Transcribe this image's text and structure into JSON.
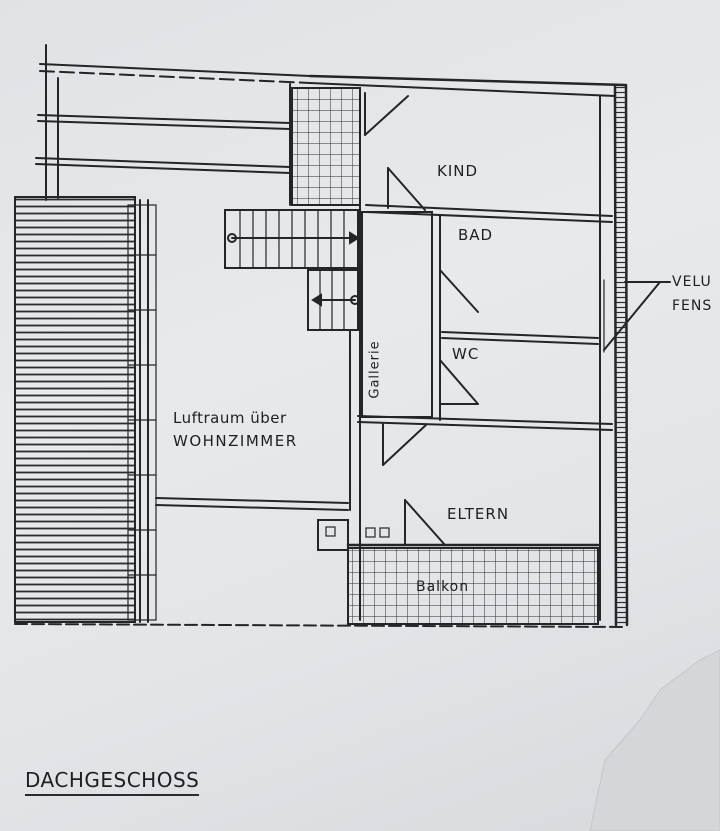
{
  "title": "DACHGESCHOSS",
  "rooms": {
    "kind": "KIND",
    "bad": "BAD",
    "wc": "WC",
    "eltern": "ELTERN",
    "balkon": "Balkon",
    "gallerie": "Gallerie",
    "luftraum_line1": "Luftraum über",
    "luftraum_line2": "WOHNZIMMER"
  },
  "annotation": {
    "line1": "VELU",
    "line2": "FENS"
  }
}
